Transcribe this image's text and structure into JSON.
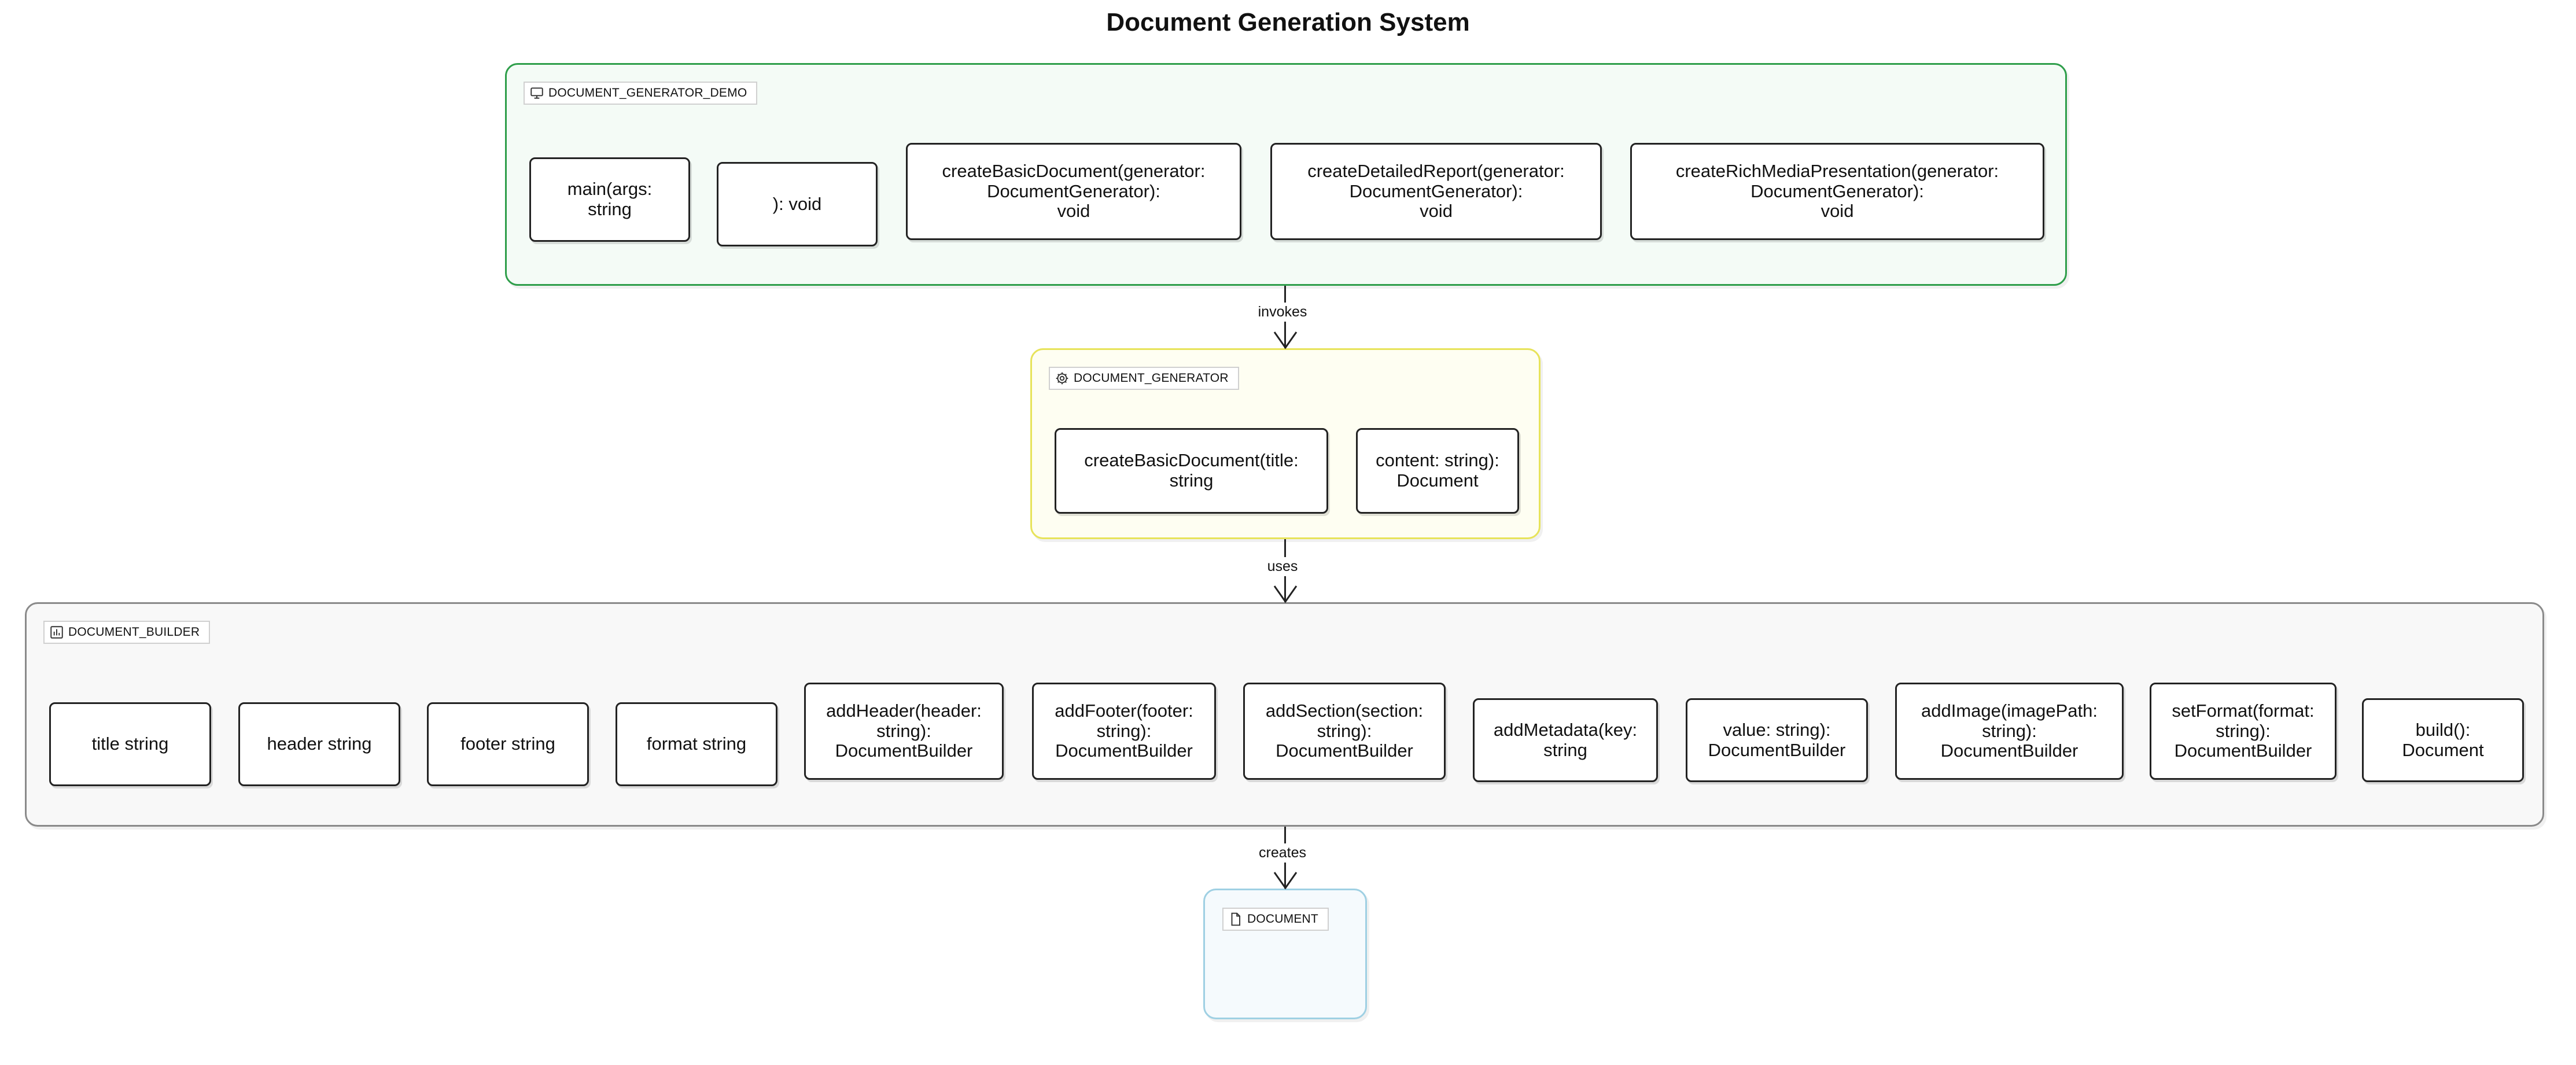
{
  "title": "Document Generation System",
  "groups": {
    "demo": {
      "label": "DOCUMENT_GENERATOR_DEMO",
      "icon": "monitor-icon",
      "color": "#2e9e4a",
      "nodes": [
        "main(args:\nstring",
        "): void",
        "createBasicDocument(generator:\nDocumentGenerator):\nvoid",
        "createDetailedReport(generator:\nDocumentGenerator):\nvoid",
        "createRichMediaPresentation(generator:\nDocumentGenerator):\nvoid"
      ]
    },
    "generator": {
      "label": "DOCUMENT_GENERATOR",
      "icon": "gear-icon",
      "color": "#e7e35a",
      "nodes": [
        "createBasicDocument(title:\nstring",
        "content: string):\nDocument"
      ]
    },
    "builder": {
      "label": "DOCUMENT_BUILDER",
      "icon": "chart-icon",
      "color": "#8a8a8a",
      "nodes": [
        "title string",
        "header string",
        "footer string",
        "format string",
        "addHeader(header:\nstring):\nDocumentBuilder",
        "addFooter(footer:\nstring):\nDocumentBuilder",
        "addSection(section:\nstring):\nDocumentBuilder",
        "addMetadata(key:\nstring",
        "value: string):\nDocumentBuilder",
        "addImage(imagePath:\nstring):\nDocumentBuilder",
        "setFormat(format:\nstring):\nDocumentBuilder",
        "build():\nDocument"
      ]
    },
    "document": {
      "label": "DOCUMENT",
      "icon": "file-icon",
      "color": "#9fd0e3"
    }
  },
  "edges": [
    {
      "label": "invokes"
    },
    {
      "label": "uses"
    },
    {
      "label": "creates"
    }
  ]
}
